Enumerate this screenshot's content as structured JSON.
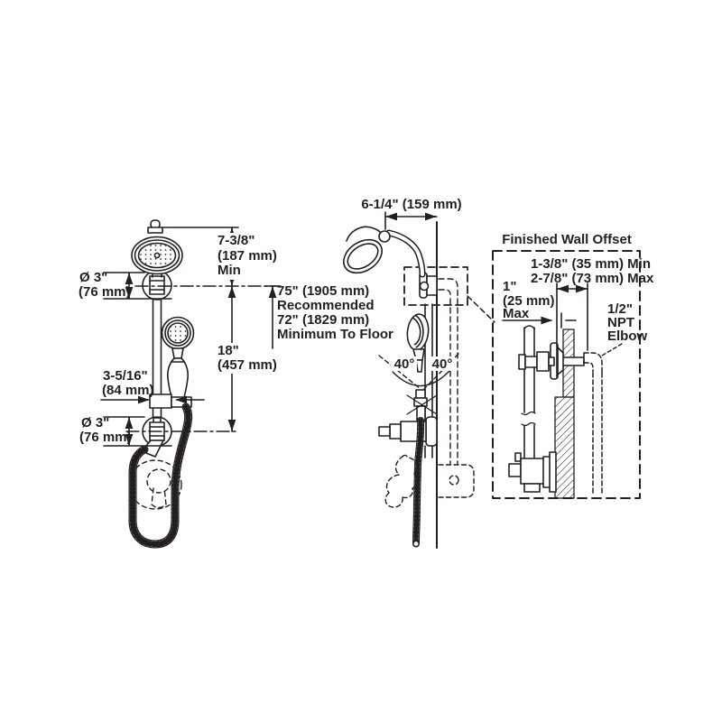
{
  "figure": {
    "type": "technical-drawing",
    "subject": "Shower column installation dimension diagram",
    "ink_color": "#231f20",
    "background_color": "#ffffff"
  },
  "front_view": {
    "head_height_min": [
      "7-3/8\"",
      "(187 mm)",
      "Min"
    ],
    "top_escutcheon_diameter": [
      "Ø 3\"",
      "(76 mm)"
    ],
    "floor_height": [
      "75\" (1905 mm)",
      "Recommended",
      "72\" (1829 mm)",
      "Minimum To Floor"
    ],
    "bar_span": [
      "18\"",
      "(457 mm)"
    ],
    "holder_width": [
      "3-5/16\"",
      "(84 mm)"
    ],
    "bottom_escutcheon_diameter": [
      "Ø 3\"",
      "(76 mm)"
    ]
  },
  "side_view": {
    "head_reach": "6-1/4\" (159 mm)",
    "swing_angle_left": "40°",
    "swing_angle_right": "40°"
  },
  "wall_offset_detail": {
    "title": "Finished Wall Offset",
    "offset_range": [
      "1-3/8\" (35 mm) Min",
      "2-7/8\" (73 mm) Max"
    ],
    "surface_max": [
      "1\"",
      "(25 mm)",
      "Max"
    ],
    "elbow": [
      "1/2\"",
      "NPT",
      "Elbow"
    ]
  }
}
